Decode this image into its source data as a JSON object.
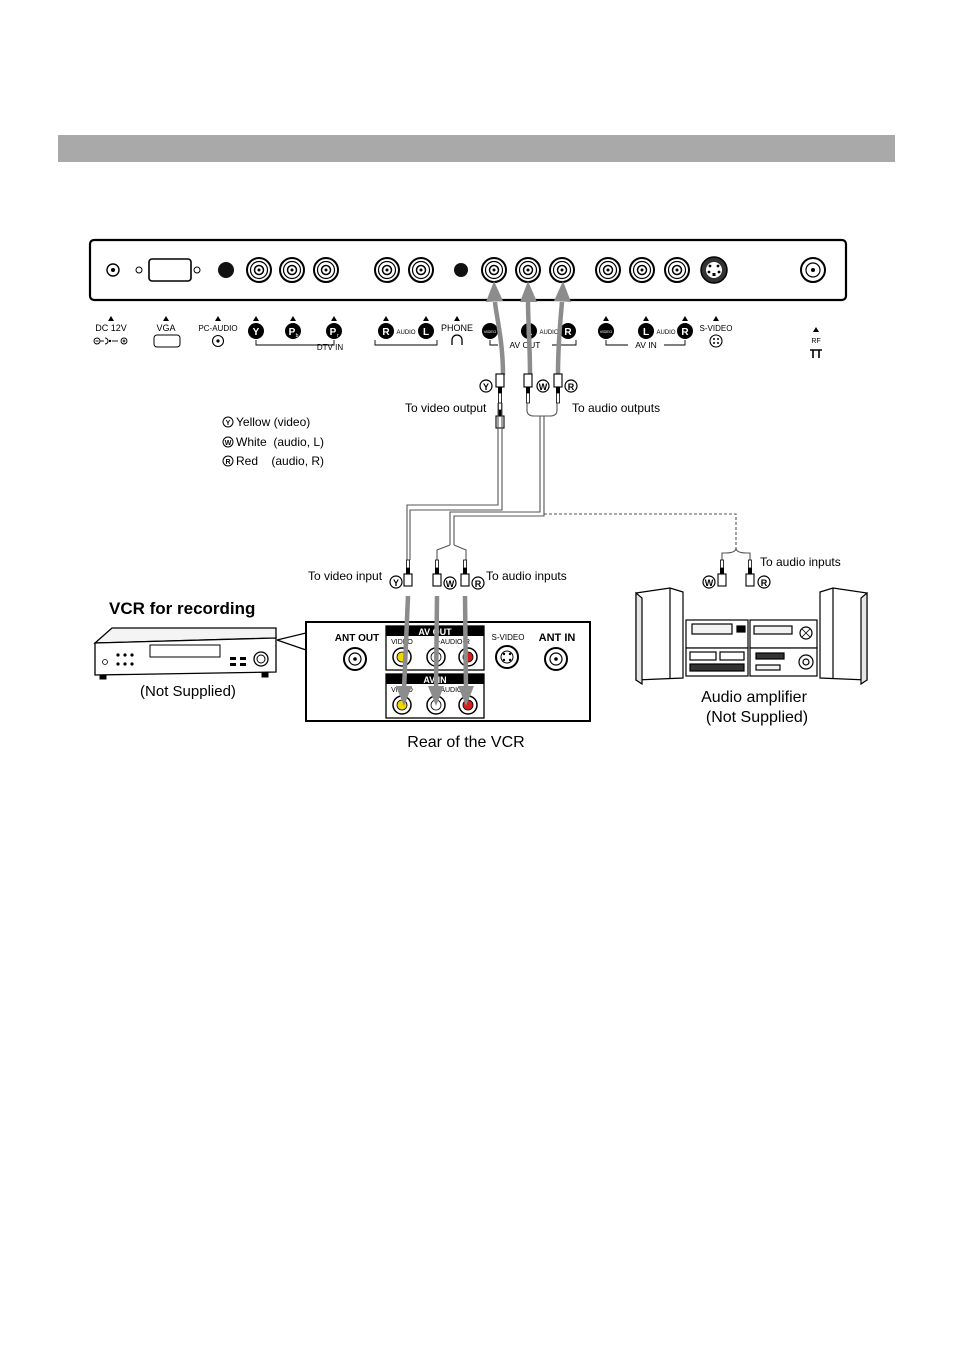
{
  "panel": {
    "labels": {
      "dc": "DC 12V",
      "vga": "VGA",
      "pc_audio": "PC-AUDIO",
      "y": "Y",
      "pb": "P",
      "pb_sub": "b",
      "pr": "P",
      "pr_sub": "r",
      "dtv_in": "DTV IN",
      "r": "R",
      "audio": "AUDIO",
      "l": "L",
      "phone": "PHONE",
      "video": "VIDEO",
      "av_out": "AV OUT",
      "av_in": "AV IN",
      "s_video": "S-VIDEO",
      "rf": "RF"
    }
  },
  "legend": {
    "yellow_mark": "Y",
    "yellow_text": "Yellow (video)",
    "white_mark": "W",
    "white_text": "White  (audio, L)",
    "red_mark": "R",
    "red_text": "Red    (audio, R)"
  },
  "cables": {
    "top_y": "Y",
    "top_w": "W",
    "top_r": "R",
    "to_video_output": "To video output",
    "to_audio_outputs": "To audio outputs",
    "to_video_input": "To video input",
    "vcr_y": "Y",
    "vcr_w": "W",
    "vcr_r": "R",
    "to_audio_inputs_vcr": "To audio inputs",
    "amp_w": "W",
    "amp_r": "R",
    "to_audio_inputs_amp": "To audio inputs"
  },
  "vcr": {
    "title": "VCR for recording",
    "not_supplied": "(Not Supplied)",
    "rear_caption": "Rear of the VCR",
    "ant_out": "ANT OUT",
    "av_out": "AV OUT",
    "video": "VIDEO",
    "audio": "L-AUDIO-R",
    "s_video": "S-VIDEO",
    "ant_in": "ANT IN",
    "av_in": "AV IN",
    "video2": "VIDEO",
    "audio2": "L-AUDIO-R"
  },
  "amp": {
    "caption1": "Audio amplifier",
    "caption2": "(Not Supplied)"
  },
  "colors": {
    "header": "#a9a9a9",
    "arrow": "#8c8c8c",
    "yellow": "#f2d600",
    "red": "#d42020",
    "dark": "#222222"
  }
}
